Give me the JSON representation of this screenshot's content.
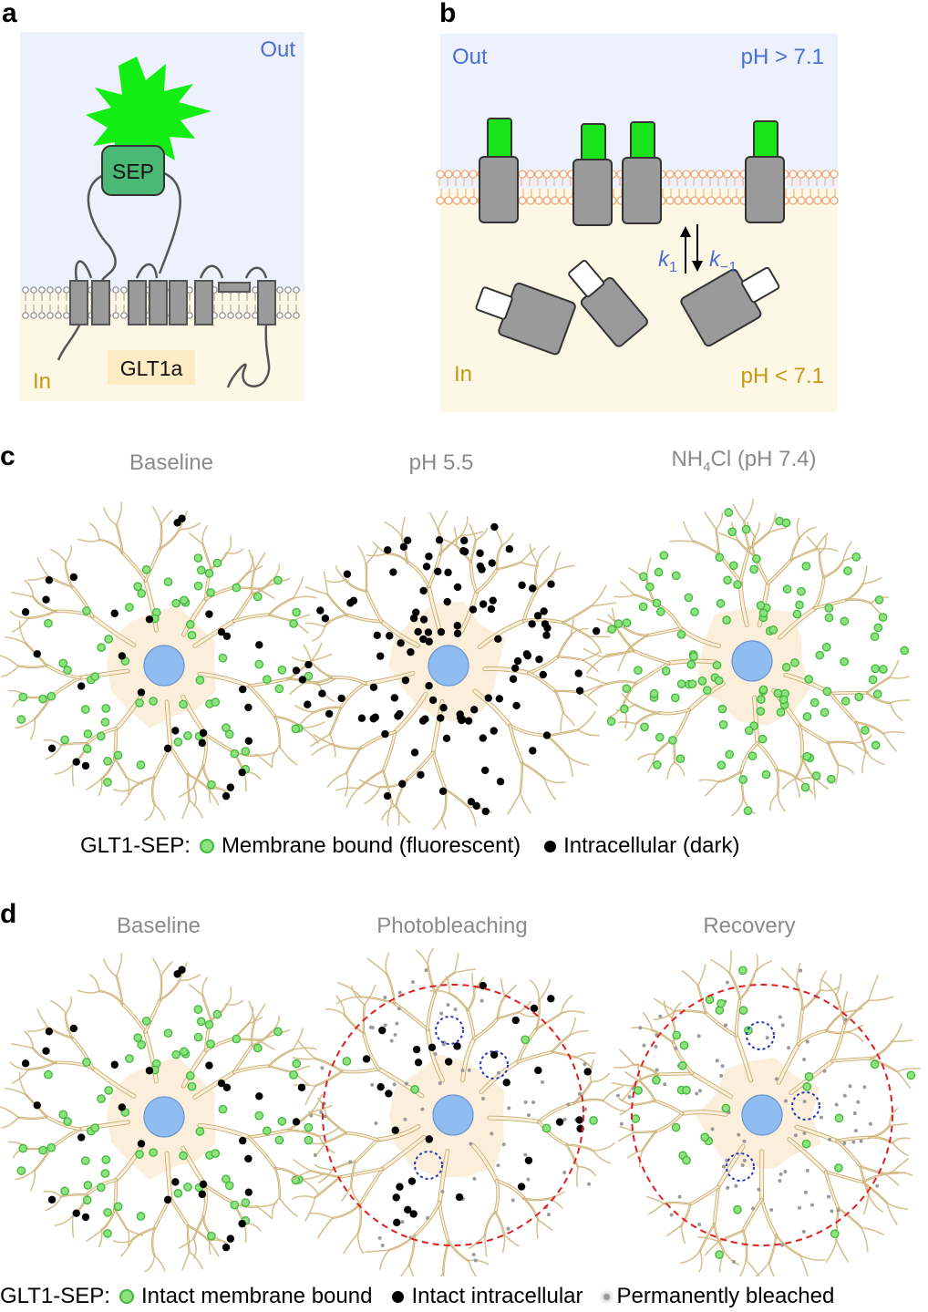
{
  "panel_a": {
    "label": "a",
    "out": "Out",
    "in": "In",
    "sep": "SEP",
    "protein": "GLT1a",
    "colors": {
      "out_bg": "#edf1fb",
      "in_bg": "#fdf7e6",
      "sep_fill": "#4bb876",
      "flash": "#12ee12",
      "tm": "#9a9a9a"
    }
  },
  "panel_b": {
    "label": "b",
    "out": "Out",
    "in": "In",
    "ph_high": "pH > 7.1",
    "ph_low": "pH < 7.1",
    "k1_base": "k",
    "k1_sub": "1",
    "km1_base": "k",
    "km1_sub": "−1",
    "colors": {
      "lipid": "#f4a46d",
      "bright": "#19e419",
      "text_blue": "#4a6fcf",
      "text_gold": "#c49a12"
    }
  },
  "panel_c": {
    "label": "c",
    "conditions": [
      "Baseline",
      "pH 5.5"
    ],
    "nh4_pre": "NH",
    "nh4_sub": "4",
    "nh4_post": "Cl (pH 7.4)",
    "legend_prefix": "GLT1-SEP:",
    "legend_membrane": "Membrane bound (fluorescent)",
    "legend_intracellular": "Intracellular (dark)"
  },
  "panel_d": {
    "label": "d",
    "conditions": [
      "Baseline",
      "Photobleaching",
      "Recovery"
    ],
    "legend_prefix": "GLT1-SEP:",
    "legend_intact_membrane": "Intact membrane bound",
    "legend_intact_intracellular": "Intact intracellular",
    "legend_bleached": "Permanently bleached"
  },
  "colors": {
    "cell_fill": "#fbefdc",
    "cell_stroke": "#c9ad6e",
    "nucleus": "#8fbcf1",
    "green_dot": "#8de27d",
    "bleach_circle": "#e21d1d",
    "track_circle": "#2236b8"
  }
}
